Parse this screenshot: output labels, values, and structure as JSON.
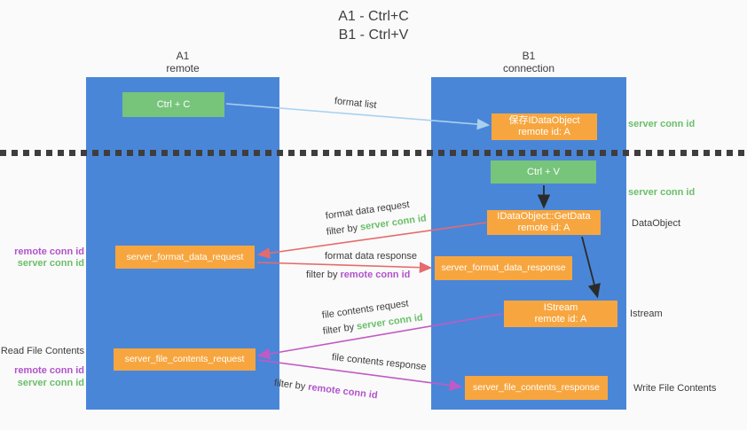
{
  "title": {
    "line1": "A1 - Ctrl+C",
    "line2": "B1 - Ctrl+V"
  },
  "lanes": {
    "left": {
      "id": "A1",
      "role": "remote"
    },
    "right": {
      "id": "B1",
      "role": "connection"
    }
  },
  "nodes": {
    "ctrl_c": "Ctrl + C",
    "ctrl_v": "Ctrl + V",
    "save_idataobject": {
      "line1": "保存IDataObject",
      "line2": "remote id: A"
    },
    "getdata": {
      "line1": "IDataObject::GetData",
      "line2": "remote id: A"
    },
    "istream": {
      "line1": "IStream",
      "line2": "remote id: A"
    },
    "format_request": "server_format_data_request",
    "format_response": "server_format_data_response",
    "file_request": "server_file_contents_request",
    "file_response": "server_file_contents_response"
  },
  "side_labels": {
    "server_conn_id": "server conn id",
    "remote_conn_id": "remote conn id",
    "dataobject": "DataObject",
    "istream": "Istream",
    "read_file_contents": "Read File Contents",
    "write_file_contents": "Write File Contents"
  },
  "arrow_labels": {
    "format_list": "format list",
    "format_data_request": "format data request",
    "format_data_response": "format data response",
    "file_contents_request": "file contents request",
    "file_contents_response": "file contents response",
    "filter_by": "filter by ",
    "server_conn_id": "server conn id",
    "remote_conn_id": "remote conn id"
  },
  "colors": {
    "lane_blue": "#4a86d8",
    "node_green": "#77c47b",
    "node_orange": "#f7a63f",
    "arrow_light_blue": "#a9d1ef",
    "arrow_red": "#e56b6d",
    "arrow_magenta": "#c05ac4",
    "arrow_black": "#2b2b2b",
    "text_green": "#6abf69",
    "text_purple": "#b153cb",
    "text_dark": "#3c3c3c"
  }
}
